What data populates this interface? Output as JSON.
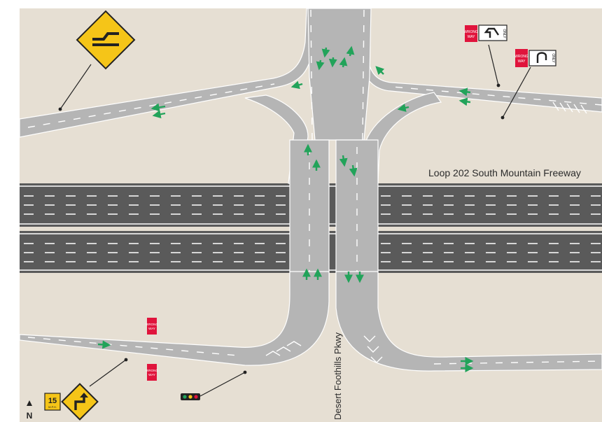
{
  "labels": {
    "freeway": "Loop 202 South Mountain Freeway",
    "street": "Desert Foothills Pkwy",
    "north": "N"
  },
  "signs": {
    "wrong_way_line1": "WRONG",
    "wrong_way_line2": "WAY",
    "only": "ONLY",
    "speed_value": "15",
    "speed_unit": "M.P.H."
  },
  "colors": {
    "background": "#e6dfd3",
    "road": "#b5b5b5",
    "freeway": "#5a5a5a",
    "arrow": "#22a35a",
    "warning": "#f5c518",
    "wrong_way": "#e0143c"
  },
  "icons": [
    "lane-shift-warning-sign",
    "turn-warning-sign",
    "wrong-way-sign",
    "u-turn-only-sign",
    "left-turn-only-sign",
    "traffic-signal-icon",
    "north-arrow-icon"
  ]
}
